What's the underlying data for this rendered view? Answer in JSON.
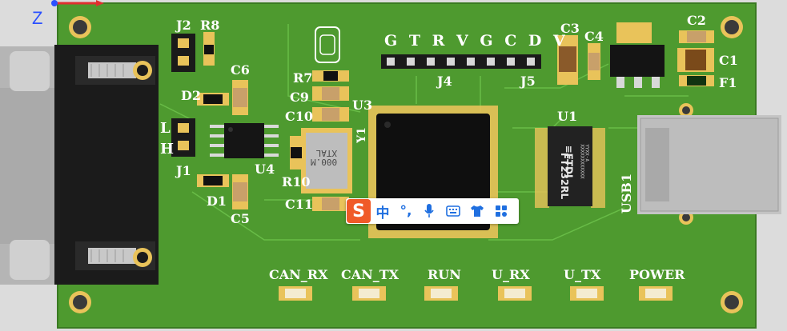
{
  "view": {
    "axis_label": "Z",
    "axis_x_color": "#e03030",
    "axis_z_color": "#2b50ff",
    "board_color": "#4e9a2f"
  },
  "silkscreen": {
    "j2": "J2",
    "r8": "R8",
    "c6": "C6",
    "d2": "D2",
    "l_label": "L",
    "h_label": "H",
    "j1": "J1",
    "u4": "U4",
    "d1": "D1",
    "c5": "C5",
    "r7": "R7",
    "c9": "C9",
    "c10": "C10",
    "u3": "U3",
    "y1": "Y1",
    "r10": "R10",
    "c11": "C11",
    "header_pins": "G T R V G C D V",
    "j4": "J4",
    "j5": "J5",
    "c3": "C3",
    "c4": "C4",
    "c2": "C2",
    "c1": "C1",
    "f1": "F1",
    "u1": "U1",
    "usb1": "USB1",
    "crystal_text": "000.M\nXTAL",
    "ftdi_logo": "≡FTDI",
    "ftdi_part": "FT232RL",
    "ftdi_code": "YYXX-A\nXXXXXXXXXXXX"
  },
  "leds": [
    {
      "label": "CAN_RX"
    },
    {
      "label": "CAN_TX"
    },
    {
      "label": "RUN"
    },
    {
      "label": "U_RX"
    },
    {
      "label": "U_TX"
    },
    {
      "label": "POWER"
    }
  ],
  "ime_toolbar": {
    "logo": "S",
    "mode": "中",
    "punct": "°,",
    "voice_icon": "microphone-icon",
    "keyboard_icon": "keyboard-icon",
    "skin_icon": "shirt-icon",
    "menu_icon": "grid-menu-icon",
    "accent": "#1f6fe0",
    "logo_color": "#f05a28"
  }
}
